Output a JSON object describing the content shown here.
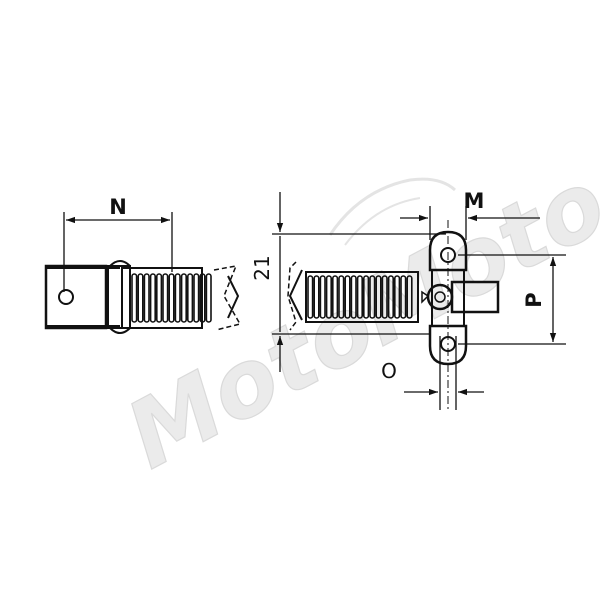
{
  "dimensions": {
    "N": "N",
    "M": "M",
    "P": "P",
    "O": "O",
    "height": "21"
  },
  "watermark": {
    "text": "MotoMoto"
  },
  "colors": {
    "line": "#111111",
    "watermark": "#e6e6e6"
  }
}
